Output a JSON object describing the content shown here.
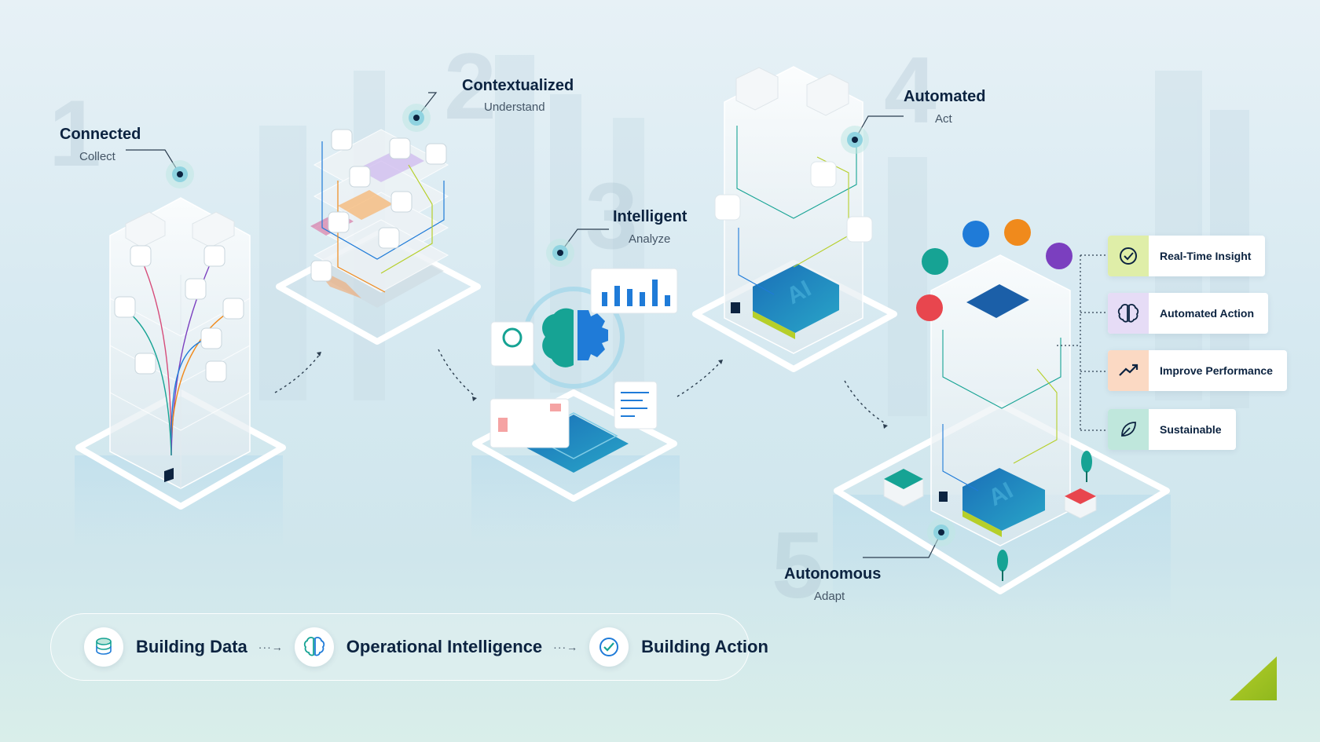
{
  "stages": [
    {
      "number": "1",
      "title": "Connected",
      "subtitle": "Collect"
    },
    {
      "number": "2",
      "title": "Contextualized",
      "subtitle": "Understand"
    },
    {
      "number": "3",
      "title": "Intelligent",
      "subtitle": "Analyze"
    },
    {
      "number": "4",
      "title": "Automated",
      "subtitle": "Act"
    },
    {
      "number": "5",
      "title": "Autonomous",
      "subtitle": "Adapt"
    }
  ],
  "benefits": [
    {
      "label": "Real-Time Insight",
      "icon": "check-circle-icon",
      "color": "#dfeea8"
    },
    {
      "label": "Automated Action",
      "icon": "brain-icon",
      "color": "#e6dcf6"
    },
    {
      "label": "Improve Performance",
      "icon": "trend-up-icon",
      "color": "#fbd9c3"
    },
    {
      "label": "Sustainable",
      "icon": "leaf-icon",
      "color": "#bfe7dc"
    }
  ],
  "flow": {
    "items": [
      {
        "label": "Building Data",
        "icon": "database-icon"
      },
      {
        "label": "Operational Intelligence",
        "icon": "brain-icon"
      },
      {
        "label": "Building Action",
        "icon": "check-circle-icon"
      }
    ],
    "arrow": "···→"
  },
  "chip_label": "AI",
  "colors": {
    "navy": "#0c2340",
    "teal": "#16a394",
    "blue": "#1f7bd8",
    "orange": "#f08a1c",
    "purple": "#7b3fbf",
    "red": "#e8464e",
    "lime": "#b6cf2a"
  }
}
